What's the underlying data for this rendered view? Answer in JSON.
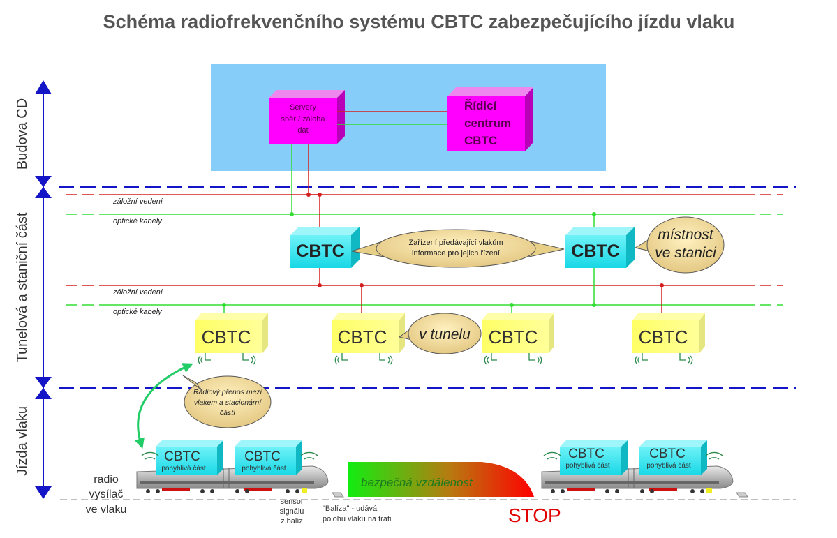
{
  "title": "Schéma radiofrekvenčního systému CBTC zabezpečujícího jízdu vlaku",
  "zones": {
    "building": "Budova CD",
    "tunnel": "Tunelová a staniční část",
    "train": "Jízda vlaku"
  },
  "control": {
    "servers_line1": "Servery",
    "servers_line2": "sběr / záloha",
    "servers_line3": "dat",
    "center_line1": "Řídicí",
    "center_line2": "centrum",
    "center_line3": "CBTC"
  },
  "lines": {
    "backup_1": "záložní vedení",
    "optic_1": "optické kabely",
    "backup_2": "záložní vedení",
    "optic_2": "optické kabely"
  },
  "station": {
    "cbtc_left": "CBTC",
    "cbtc_right": "CBTC",
    "bubble_line1": "Zařízení předávající vlakům",
    "bubble_line2": "informace pro jejich řízení",
    "room_line1": "místnost",
    "room_line2": "ve stanici"
  },
  "tunnel_units": {
    "u1": "CBTC",
    "u2": "CBTC",
    "u3": "CBTC",
    "u4": "CBTC",
    "tunnel_bubble": "v tunelu"
  },
  "radio_bubble": {
    "line1": "Radiový přenos mezi",
    "line2": "vlakem a stacionární",
    "line3": "částí"
  },
  "trains": {
    "unit_label": "CBTC",
    "unit_sub": "pohyblivá část"
  },
  "labels": {
    "radio_line1": "radio",
    "radio_line2": "vysílač",
    "radio_line3": "ve vlaku",
    "sensor_line1": "sensor",
    "sensor_line2": "signálu",
    "sensor_line3": "z balíz",
    "balise_line1": "\"Balíza\" - udává",
    "balise_line2": "polohu vlaku na trati",
    "safe_distance": "bezpečná vzdálenost",
    "stop": "STOP"
  },
  "colors": {
    "building": "#87cdfa",
    "server": "#ff00ff",
    "station_cbtc": "#33e5ee",
    "tunnel_cbtc": "#ffff66",
    "bubble": "#f0d89a",
    "red_line": "#d42020",
    "green_line": "#33dd33",
    "blue_dash": "#1515c8"
  }
}
